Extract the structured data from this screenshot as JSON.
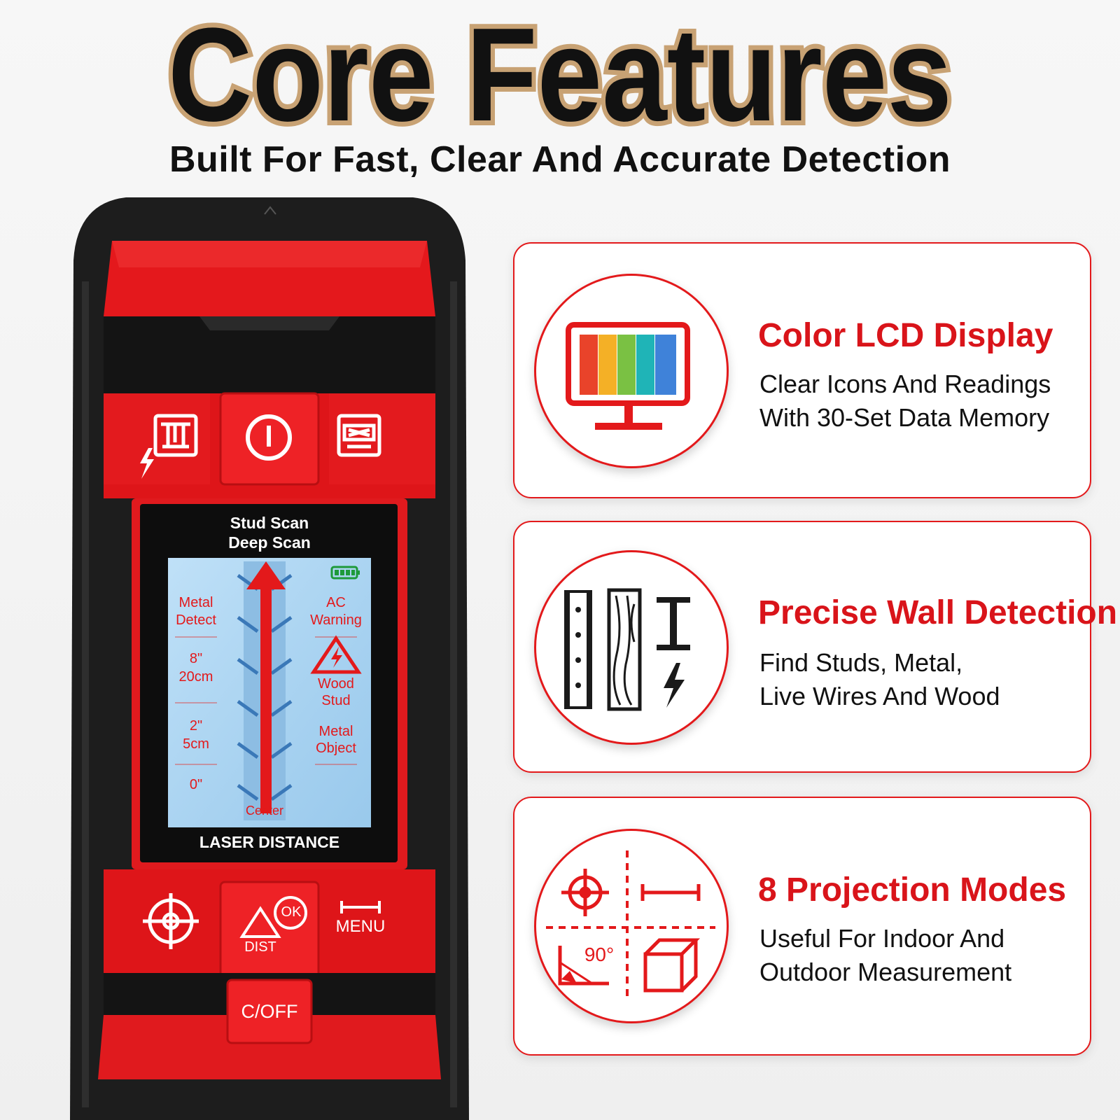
{
  "header": {
    "title": "Core Features",
    "subtitle": "Built For Fast, Clear And Accurate Detection"
  },
  "device": {
    "screen": {
      "mode_line_1": "Stud Scan",
      "mode_line_2": "Deep Scan",
      "left_labels": [
        "Metal",
        "Detect",
        "8\"",
        "20cm",
        "2\"",
        "5cm",
        "0\""
      ],
      "right_labels": [
        "AC",
        "Warning",
        "Wood",
        "Stud",
        "Metal",
        "Object"
      ],
      "center_label": "Center",
      "footer": "LASER DISTANCE"
    },
    "buttons": {
      "menu": "MENU",
      "ok": "OK",
      "dist": "DIST",
      "power": "C/OFF"
    }
  },
  "features": [
    {
      "title": "Color LCD Display",
      "lines": [
        "Clear Icons And Readings",
        "With 30-Set Data Memory"
      ],
      "icon": "color-monitor-icon"
    },
    {
      "title": "Precise Wall Detection",
      "lines": [
        "Find Studs, Metal,",
        "Live Wires And Wood"
      ],
      "icon": "wall-materials-icon"
    },
    {
      "title": "8 Projection Modes",
      "lines": [
        "Useful For Indoor And",
        "Outdoor Measurement"
      ],
      "icon": "projection-modes-icon",
      "angle_label": "90°"
    }
  ],
  "colors": {
    "brand_red": "#e3191b",
    "device_black": "#1c1c1c",
    "screen_blue": "#a9d4f2"
  }
}
